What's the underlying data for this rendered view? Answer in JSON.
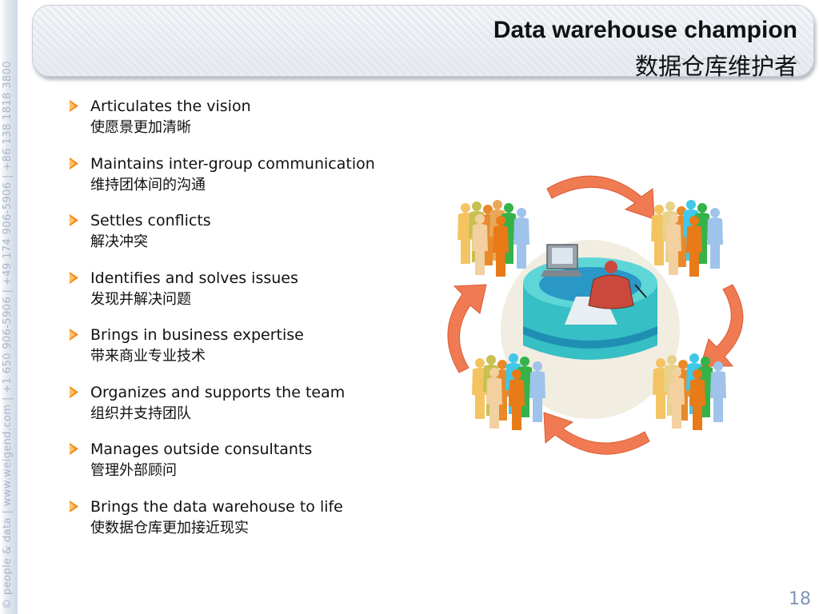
{
  "sidebar": {
    "text": "© people & data | www.weigend.com | +1 650 906-5906 | +49 174 906-5906 | +86 138 1818 3800"
  },
  "header": {
    "title_en": "Data warehouse champion",
    "title_zh": "数据仓库维护者"
  },
  "bullets": [
    {
      "en": "Articulates the vision",
      "zh": "使愿景更加清晰"
    },
    {
      "en": "Maintains inter-group communication",
      "zh": "维持团体间的沟通"
    },
    {
      "en": "Settles conflicts",
      "zh": "解决冲突"
    },
    {
      "en": "Identifies and solves issues",
      "zh": "发现并解决问题"
    },
    {
      "en": "Brings in business expertise",
      "zh": "带来商业专业技术"
    },
    {
      "en": "Organizes and supports the team",
      "zh": "组织并支持团队"
    },
    {
      "en": "Manages outside consultants",
      "zh": "管理外部顾问"
    },
    {
      "en": "Brings the data warehouse to life",
      "zh": "使数据仓库更加接近现实"
    }
  ],
  "colors": {
    "bullet": "#f28a17",
    "arrow": "#f07a52",
    "cylinder": "#3cc3c9",
    "page_number": "#7f96b9"
  },
  "illustration": {
    "icon": "people-around-data-desk-illustration"
  },
  "footer": {
    "page_number": "18"
  }
}
